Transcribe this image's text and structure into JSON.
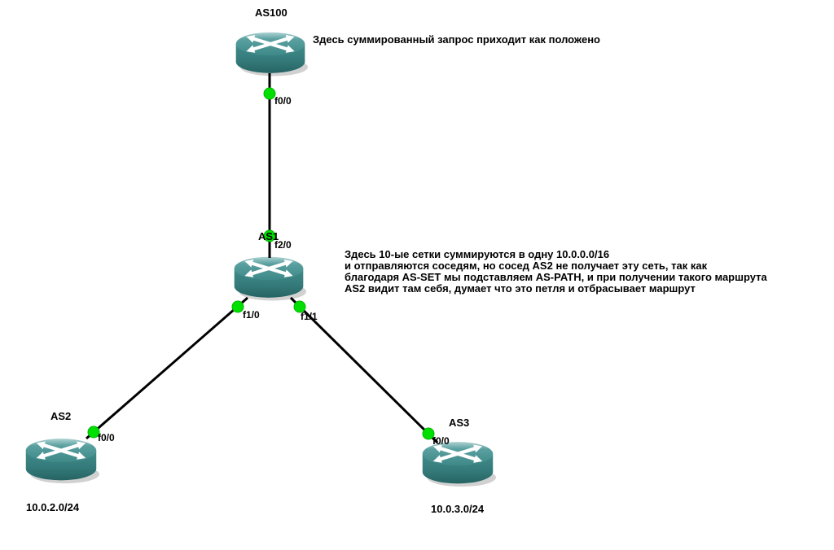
{
  "diagram": {
    "nodes": {
      "as100": {
        "label": "AS100"
      },
      "as1": {
        "label": "AS1"
      },
      "as2": {
        "label": "AS2",
        "network": "10.0.2.0/24"
      },
      "as3": {
        "label": "AS3",
        "network": "10.0.3.0/24"
      }
    },
    "interfaces": {
      "as100_f0_0": "f0/0",
      "as1_f2_0": "f2/0",
      "as1_f1_0": "f1/0",
      "as1_f1_1": "f1/1",
      "as2_f0_0": "f0/0",
      "as3_f0_0": "f0/0"
    },
    "annotations": {
      "note_top": "Здесь суммированный запрос приходит как положено",
      "note_middle": [
        "Здесь 10-ые сетки суммируются в одну 10.0.0.0/16",
        "и отправляются соседям, но сосед AS2 не получает эту сеть, так как",
        "благодаря AS-SET мы подставляем AS-PATH, и при получении такого маршрута",
        "AS2 видит там себя, думает что это петля и отбрасывает маршрут"
      ]
    },
    "colors": {
      "router_body": "#377d7d",
      "router_top": "#4f9a9a",
      "port_dot_green": "#00e000",
      "link": "#000000",
      "text": "#000000"
    }
  }
}
